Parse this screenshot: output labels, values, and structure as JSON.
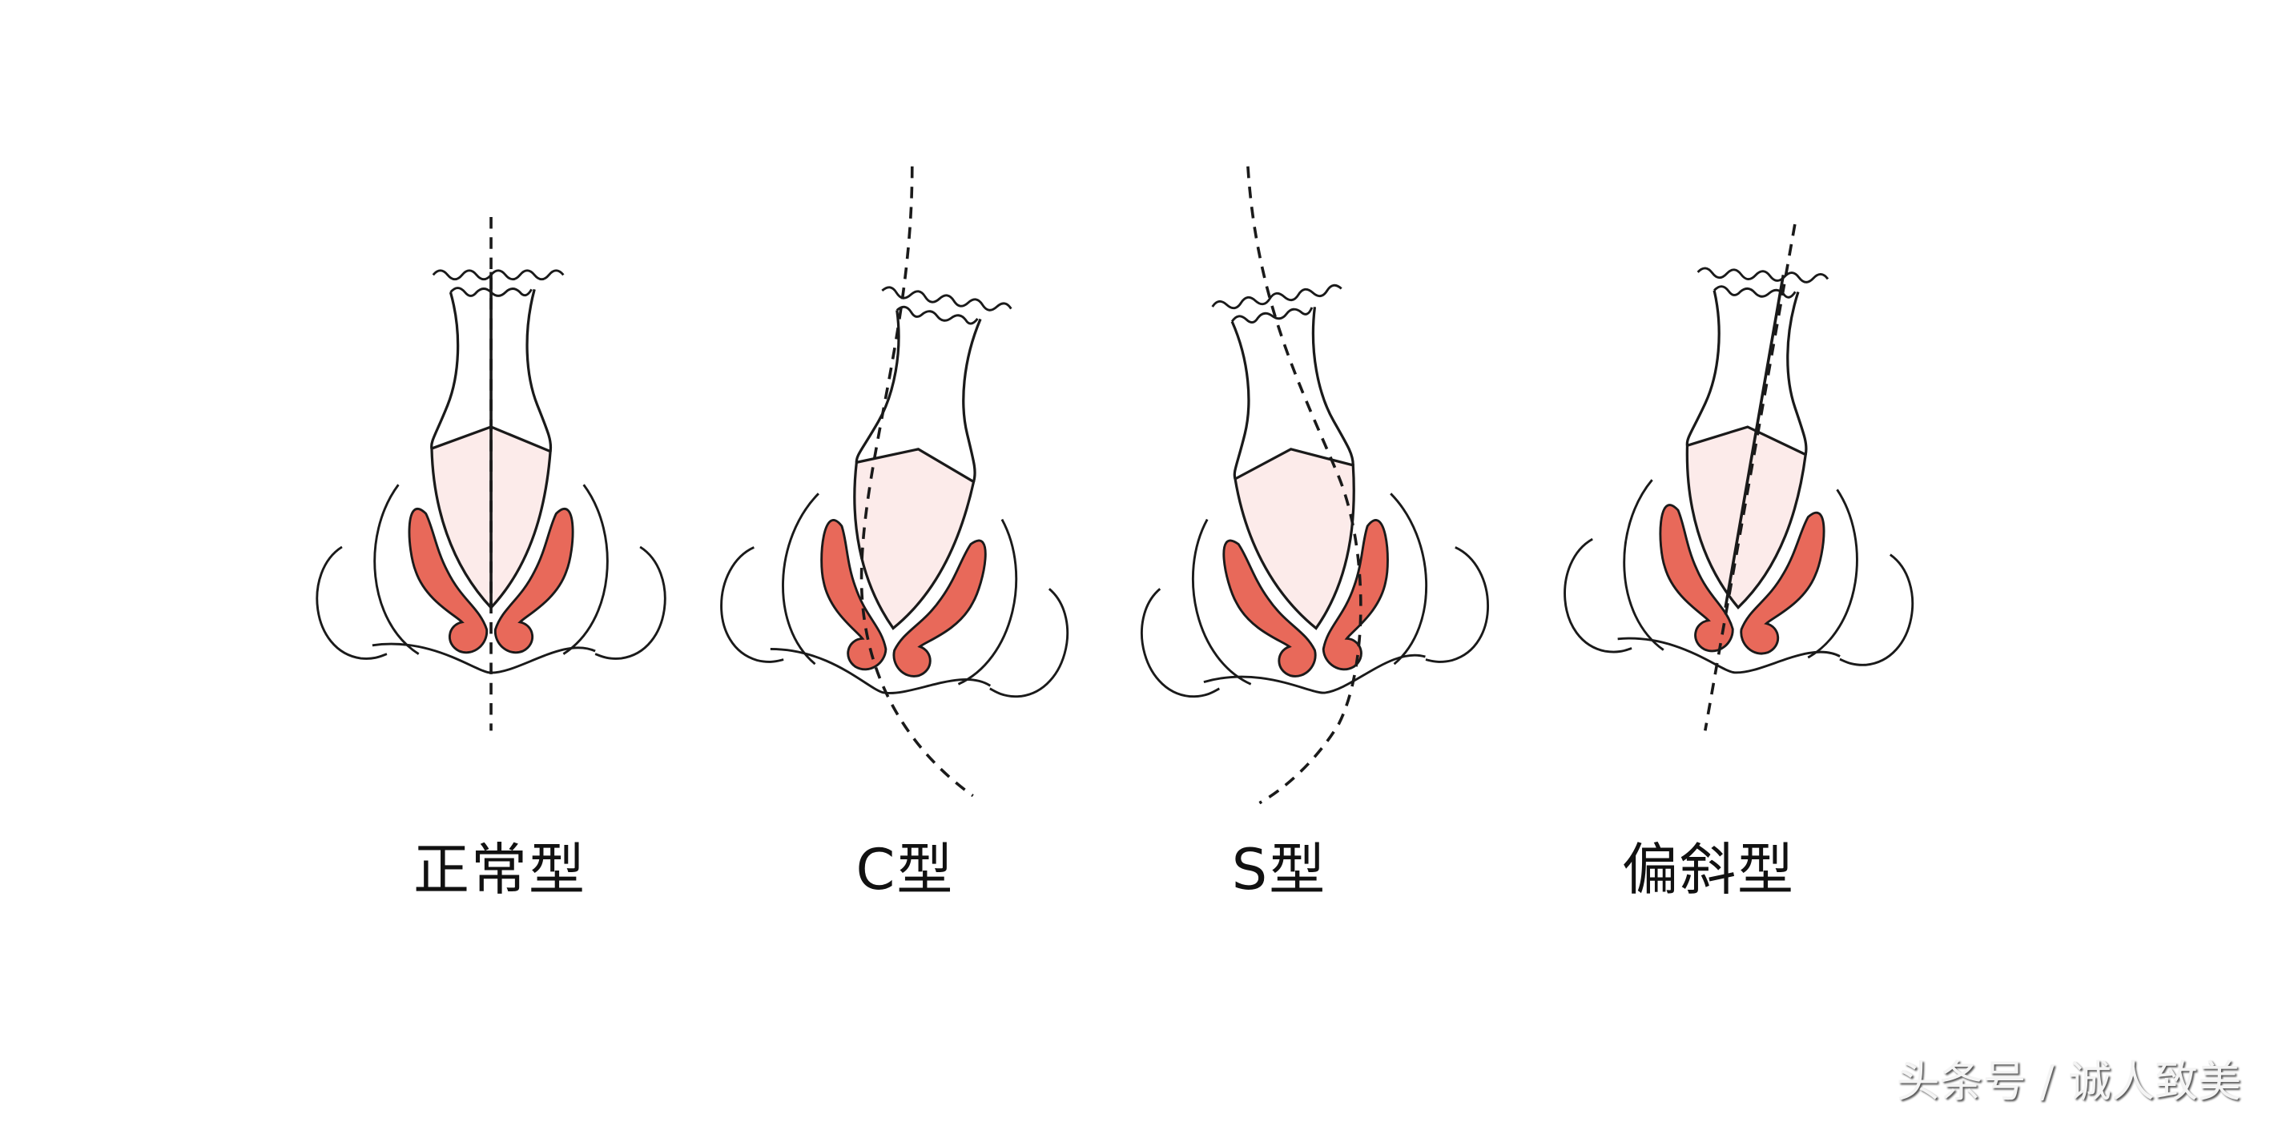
{
  "labels": {
    "normal": "正常型",
    "c_type": "C型",
    "s_type": "S型",
    "deviated": "偏斜型"
  },
  "watermark": "头条号 / 诚人致美",
  "colors": {
    "cartilage": "#e8695a",
    "tip": "#fcebea",
    "line": "#1a1a1a"
  }
}
